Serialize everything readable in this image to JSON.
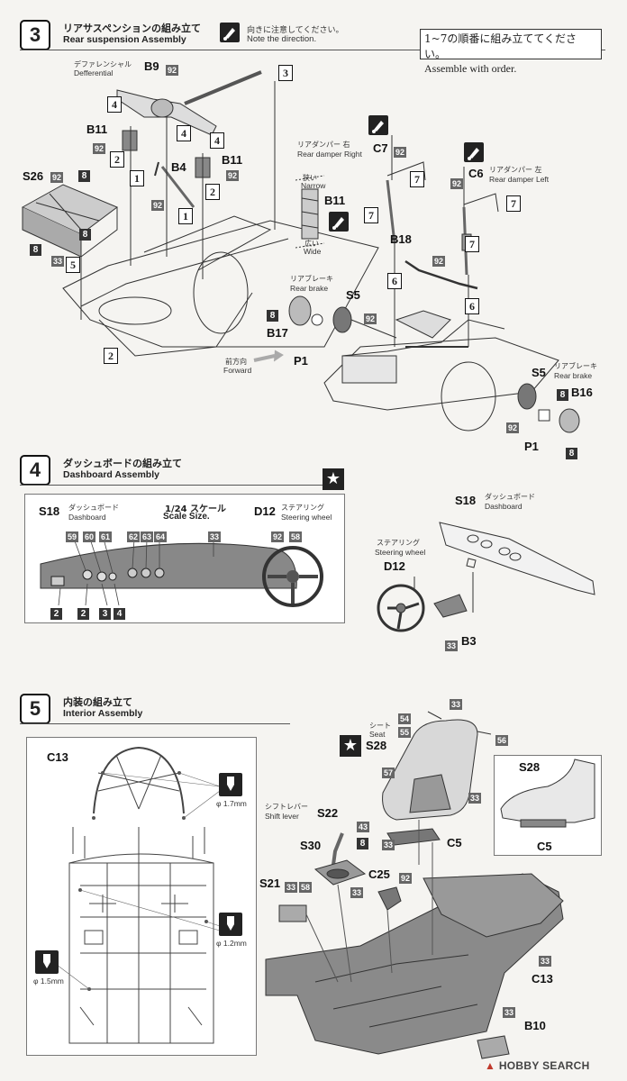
{
  "step3": {
    "number": "3",
    "title_jp": "リアサスペンションの組み立て",
    "title_en": "Rear suspension Assembly",
    "direction_note_jp": "向きに注意してください。",
    "direction_note_en": "Note the direction.",
    "order_note_jp": "1~7の順番に組み立ててください。",
    "order_note_en": "Assemble with order.",
    "differential_jp": "デファレンシャル",
    "differential_en": "Defferential",
    "b9": "B9",
    "b11a": "B11",
    "b11b": "B11",
    "b11c": "B11",
    "b4": "B4",
    "s26": "S26",
    "c7": "C7",
    "c6": "C6",
    "b18": "B18",
    "s5a": "S5",
    "s5b": "S5",
    "b17": "B17",
    "b16": "B16",
    "p1a": "P1",
    "p1b": "P1",
    "damper_right_jp": "リアダンパー 右",
    "damper_right_en": "Rear damper Right",
    "damper_left_jp": "リアダンパー 左",
    "damper_left_en": "Rear damper Left",
    "narrow_jp": "狭い",
    "narrow_en": "Narrow",
    "wide_jp": "広い",
    "wide_en": "Wide",
    "brake_jp": "リアブレーキ",
    "brake_en": "Rear brake",
    "brake2_jp": "リアブレーキ",
    "brake2_en": "Rear brake",
    "forward_jp": "前方向",
    "forward_en": "Forward",
    "g92": "92",
    "g8": "8",
    "g33": "33",
    "n1": "1",
    "n2": "2",
    "n3": "3",
    "n4": "4",
    "n5": "5",
    "n6": "6",
    "n7": "7"
  },
  "step4": {
    "number": "4",
    "title_jp": "ダッシュボードの組み立て",
    "title_en": "Dashboard Assembly",
    "s18": "S18",
    "dash_jp": "ダッシュボード",
    "dash_en": "Dashboard",
    "scale_jp": "1/24 スケール",
    "scale_en": "Scale Size.",
    "d12": "D12",
    "steer_jp": "ステアリング",
    "steer_en": "Steering wheel",
    "colors": [
      "59",
      "60",
      "61",
      "62",
      "63",
      "64",
      "33"
    ],
    "g92": "92",
    "g58": "58",
    "boxes": [
      "2",
      "2",
      "3",
      "4"
    ],
    "s18b": "S18",
    "dash2_jp": "ダッシュボード",
    "dash2_en": "Dashboard",
    "steer2_jp": "ステアリング",
    "steer2_en": "Steering wheel",
    "d12b": "D12",
    "b3": "B3",
    "g33": "33"
  },
  "step5": {
    "number": "5",
    "title_jp": "内装の組み立て",
    "title_en": "Interior Assembly",
    "c13": "C13",
    "d17": "φ 1.7mm",
    "d12mm": "φ 1.2mm",
    "d15": "φ 1.5mm",
    "seat_jp": "シート",
    "seat_en": "Seat",
    "s28": "S28",
    "s28b": "S28",
    "shift_jp": "シフトレバー",
    "shift_en": "Shift lever",
    "s22": "S22",
    "s30": "S30",
    "c25": "C25",
    "s21": "S21",
    "c5": "C5",
    "c5b": "C5",
    "c13b": "C13",
    "b10": "B10",
    "colors": [
      "33",
      "54",
      "55",
      "56",
      "57",
      "43",
      "58",
      "92"
    ],
    "g8": "8"
  },
  "watermark": "HOBBY SEARCH"
}
